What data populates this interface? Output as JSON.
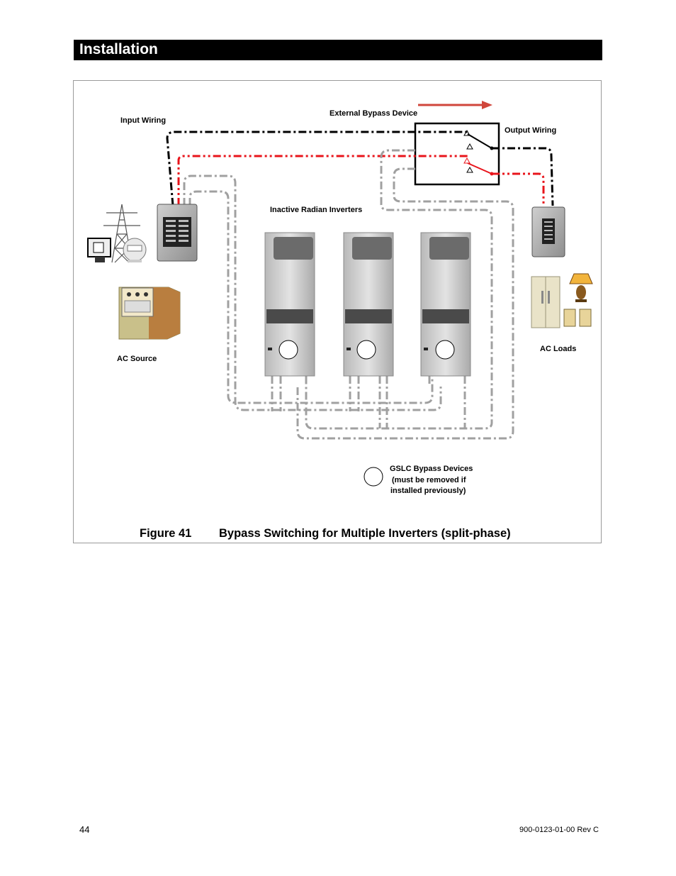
{
  "header": {
    "title": "Installation"
  },
  "figure": {
    "labels": {
      "input_wiring": "Input Wiring",
      "external_bypass_device": "External Bypass Device",
      "output_wiring": "Output Wiring",
      "inactive_radian_inverters": "Inactive Radian Inverters",
      "ac_source": "AC Source",
      "ac_loads": "AC Loads",
      "gslc_line1": "GSLC Bypass Devices",
      "gslc_line2": "(must be removed if",
      "gslc_line3": "installed previously)"
    },
    "caption_number": "Figure 41",
    "caption_title": "Bypass Switching for Multiple Inverters (split-phase)",
    "colors": {
      "hot_line": "#e8141b",
      "neutral_line": "#000000",
      "inactive_line": "#a0a0a0",
      "arrow": "#d0463b"
    }
  },
  "footer": {
    "page_number": "44",
    "doc_number": "900-0123-01-00 Rev C"
  }
}
